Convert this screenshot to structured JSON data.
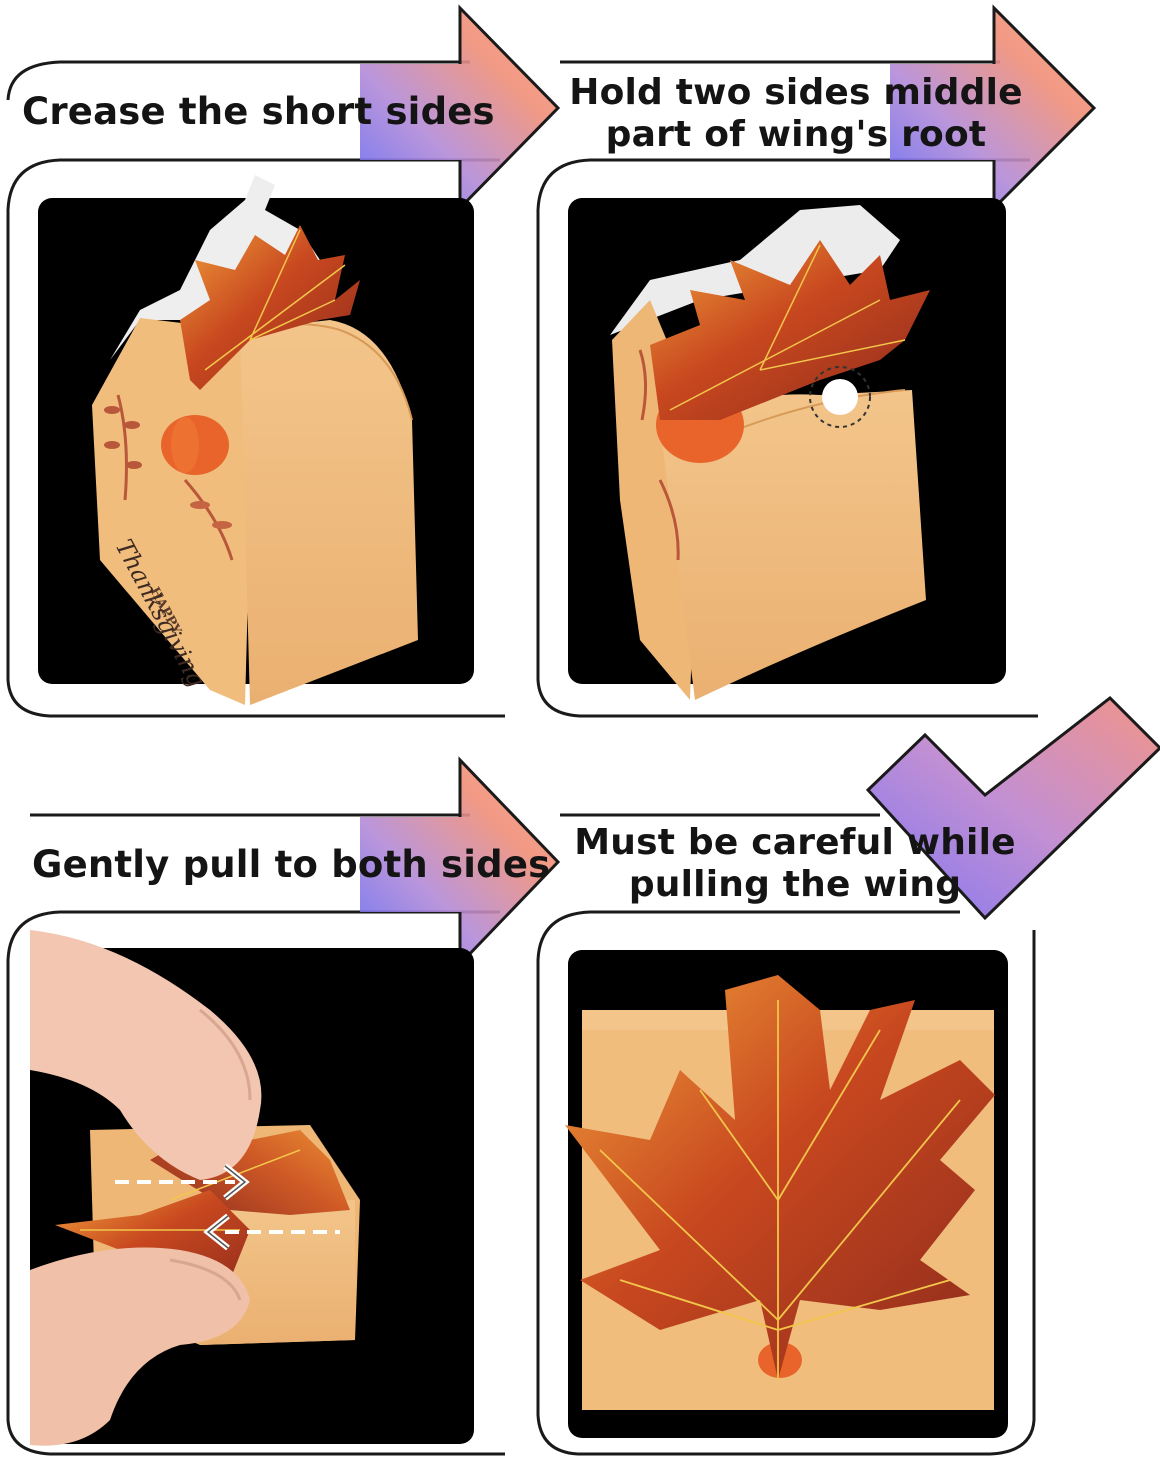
{
  "steps": [
    {
      "title": "Crease the short sides"
    },
    {
      "title_line1": "Hold two sides middle",
      "title_line2": "part of  wing's root"
    },
    {
      "title": "Gently pull to both sides"
    },
    {
      "title_line1": "Must be careful while",
      "title_line2": "pulling the wing"
    }
  ],
  "box_print": {
    "line1": "HAPPY",
    "line2": "Thanksgiving"
  },
  "colors": {
    "panel_bg": "#000000",
    "box": "#f0be7d",
    "box_shade": "#e8ad67",
    "leaf_dark": "#a23a1e",
    "leaf_mid": "#d8652c",
    "leaf_light": "#f09a3a",
    "vein": "#f2c64a",
    "pumpkin": "#e8642a",
    "arrow_a": "#6f6ff0",
    "arrow_b": "#f08a70"
  }
}
